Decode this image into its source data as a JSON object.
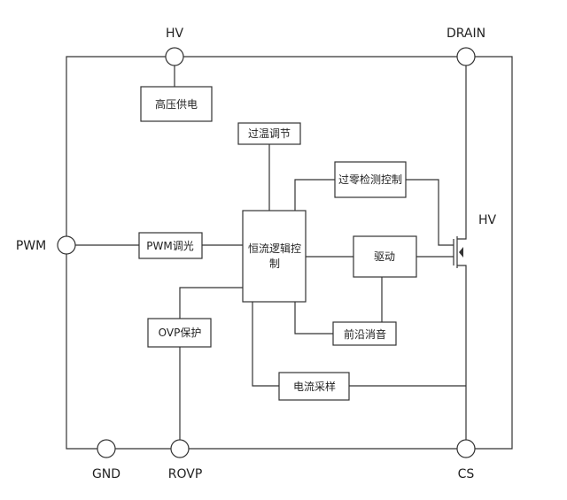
{
  "pins": {
    "hv_top": "HV",
    "drain": "DRAIN",
    "pwm": "PWM",
    "hv_right": "HV",
    "gnd": "GND",
    "rovp": "ROVP",
    "cs": "CS"
  },
  "blocks": {
    "hv_supply": "高压供电",
    "otp": "过温调节",
    "zcd": "过零检测控制",
    "pwm_dimming": "PWM调光",
    "cc_logic_line1": "恒流逻辑控",
    "cc_logic_line2": "制",
    "driver": "驱动",
    "ovp": "OVP保护",
    "leb": "前沿消音",
    "current_sense": "电流采样"
  },
  "colors": {
    "line": "#333333",
    "text": "#222222",
    "background": "#ffffff"
  }
}
